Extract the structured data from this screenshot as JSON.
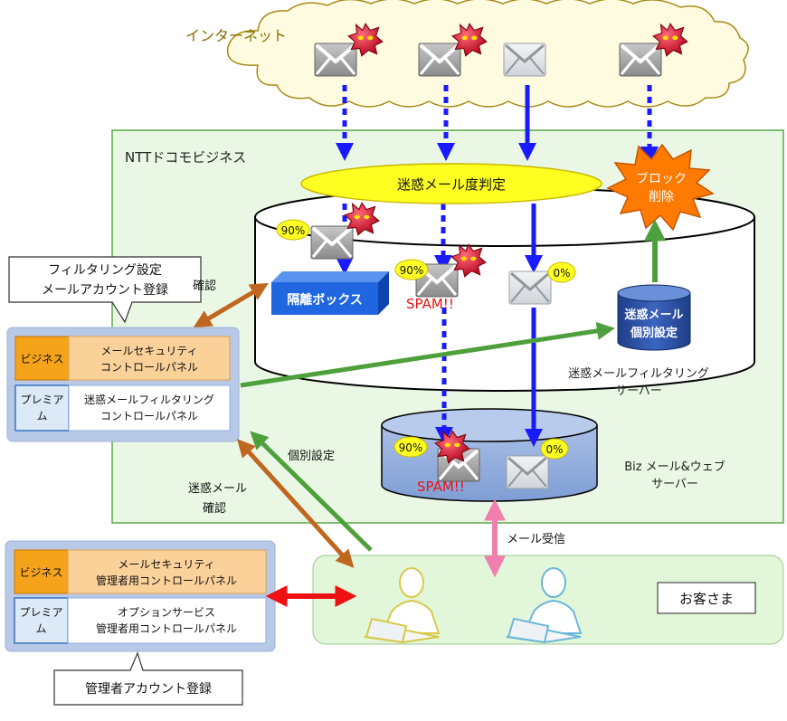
{
  "internet": {
    "label": "インターネット"
  },
  "ntt": {
    "label": "NTTドコモビジネス"
  },
  "judge": {
    "label": "迷惑メール度判定"
  },
  "block": {
    "line1": "ブロック",
    "line2": "削除"
  },
  "quarantine": {
    "label": "隔離ボックス"
  },
  "filter_server": {
    "line1": "迷惑メールフィルタリング",
    "line2": "サーバー"
  },
  "personal_setting": {
    "line1": "迷惑メール",
    "line2": "個別設定"
  },
  "biz_server": {
    "line1": "Biz メール&ウェブ",
    "line2": "サーバー"
  },
  "badges": {
    "p90": "90%",
    "p0": "0%"
  },
  "spam": "SPAM!!",
  "callout_filter": {
    "line1": "フィルタリング設定",
    "line2": "メールアカウント登録"
  },
  "callout_admin": {
    "label": "管理者アカウント登録"
  },
  "panel_top": {
    "biz_tag": "ビジネス",
    "biz_text1": "メールセキュリティ",
    "biz_text2": "コントロールパネル",
    "prem_tag1": "プレミア",
    "prem_tag2": "ム",
    "prem_text1": "迷惑メールフィルタリング",
    "prem_text2": "コントロールパネル"
  },
  "panel_bottom": {
    "biz_tag": "ビジネス",
    "biz_text1": "メールセキュリティ",
    "biz_text2": "管理者用コントロールパネル",
    "prem_tag1": "プレミア",
    "prem_tag2": "ム",
    "prem_text1": "オプションサービス",
    "prem_text2": "管理者用コントロールパネル"
  },
  "arrows": {
    "confirm": "確認",
    "individual": "個別設定",
    "spam_confirm1": "迷惑メール",
    "spam_confirm2": "確認",
    "receive": "メール受信"
  },
  "customer": {
    "label": "お客さま"
  },
  "colors": {
    "blue_arrow": "#1a1aff",
    "green_arrow": "#4ea03c",
    "orange_arrow": "#c0661f",
    "pink_arrow": "#f07fae",
    "red_arrow": "#ee1111",
    "judge_fill": "#ffff22",
    "block_fill": "#ff7a00",
    "quarantine_fill": "#1f66e0",
    "biz_tag": "#f6a31c",
    "prem_tag": "#dce9f7"
  }
}
